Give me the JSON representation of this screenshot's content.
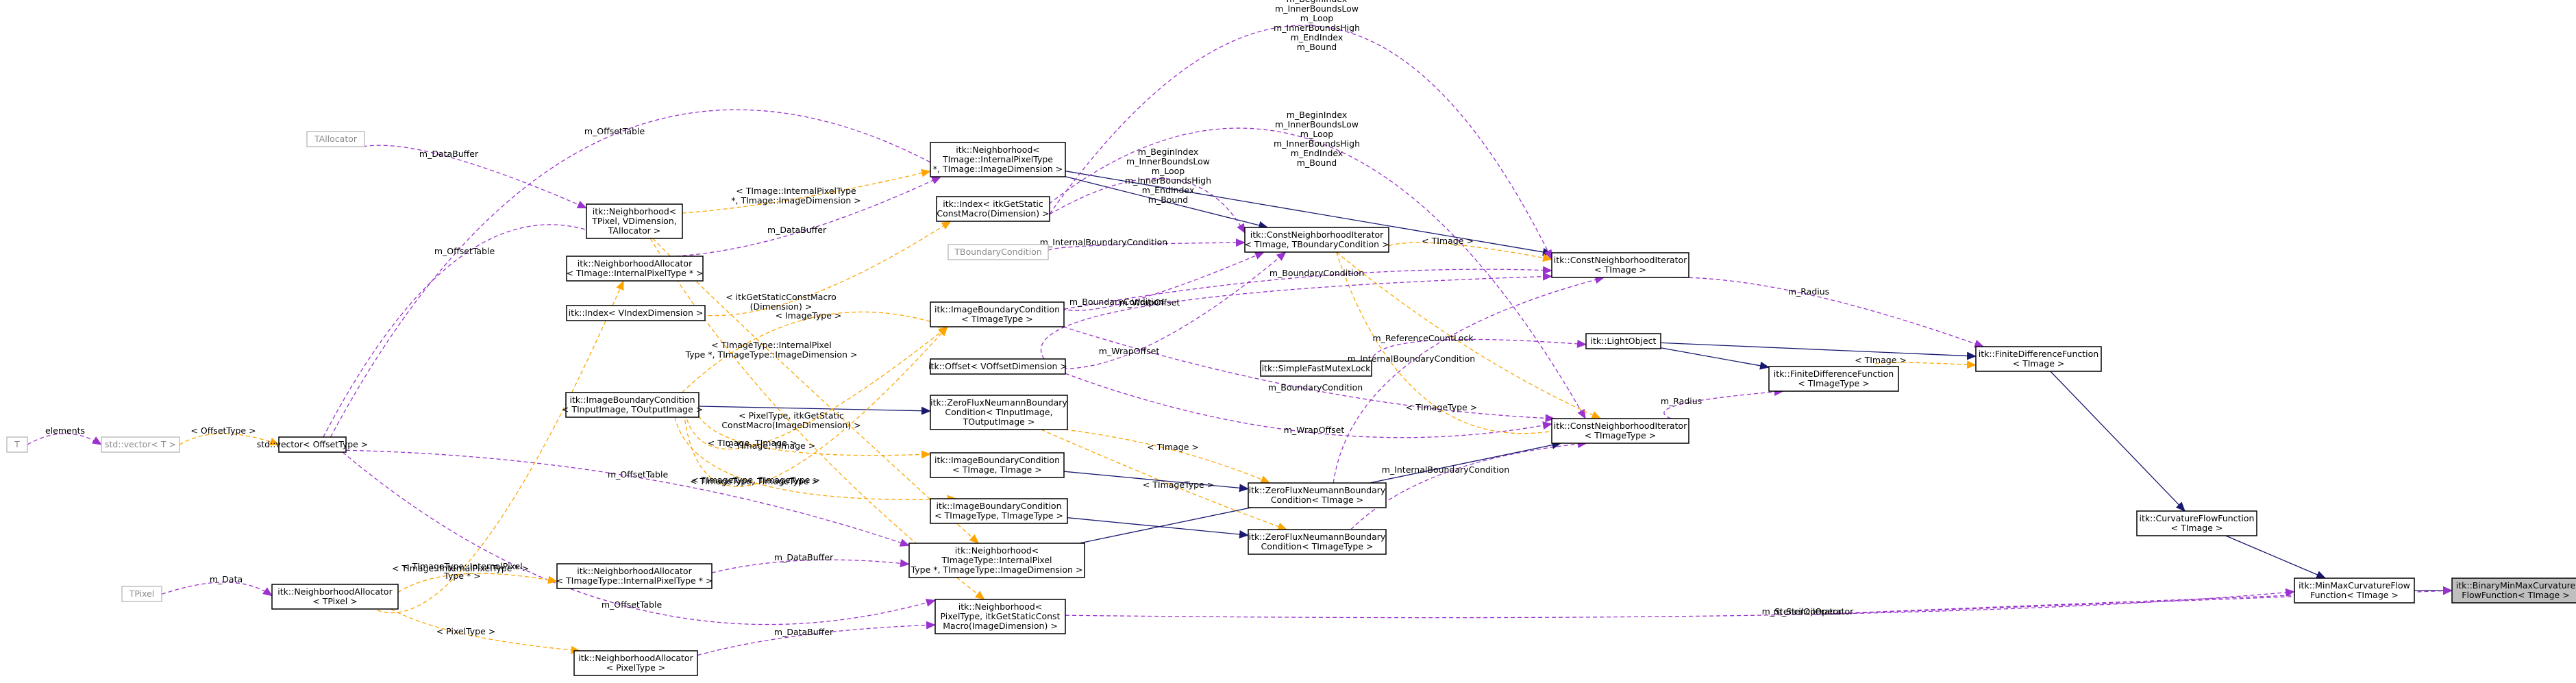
{
  "nodes": [
    {
      "id": "root",
      "lines": [
        "itk::BinaryMinMaxCurvature",
        "FlowFunction< TImage >"
      ],
      "style": "root"
    },
    {
      "id": "minmax",
      "lines": [
        "itk::MinMaxCurvatureFlow",
        "Function< TImage >"
      ],
      "style": "normal"
    },
    {
      "id": "curv",
      "lines": [
        "itk::CurvatureFlowFunction",
        "< TImage >"
      ],
      "style": "normal"
    },
    {
      "id": "fdf_t",
      "lines": [
        "itk::FiniteDifferenceFunction",
        "< TImage >"
      ],
      "style": "normal"
    },
    {
      "id": "fdf_tt",
      "lines": [
        "itk::FiniteDifferenceFunction",
        "< TImageType >"
      ],
      "style": "normal"
    },
    {
      "id": "lightobj",
      "lines": [
        "itk::LightObject"
      ],
      "style": "normal"
    },
    {
      "id": "mutex",
      "lines": [
        "itk::SimpleFastMutexLock"
      ],
      "style": "normal"
    },
    {
      "id": "cni_t",
      "lines": [
        "itk::ConstNeighborhoodIterator",
        "< TImage >"
      ],
      "style": "normal"
    },
    {
      "id": "cni_tt",
      "lines": [
        "itk::ConstNeighborhoodIterator",
        "< TImageType >"
      ],
      "style": "normal"
    },
    {
      "id": "cni_tmpl",
      "lines": [
        "itk::ConstNeighborhoodIterator",
        "< TImage, TBoundaryCondition >"
      ],
      "style": "normal"
    },
    {
      "id": "boundcond_gray",
      "lines": [
        "TBoundaryCondition"
      ],
      "style": "gray"
    },
    {
      "id": "index_tmpl",
      "lines": [
        "itk::Index< itkGetStatic",
        "ConstMacro(Dimension) >"
      ],
      "style": "normal"
    },
    {
      "id": "nbr_internal",
      "lines": [
        "itk::Neighborhood<",
        "TImage::InternalPixelType",
        "*, TImage::ImageDimension >"
      ],
      "style": "normal"
    },
    {
      "id": "nbr_tmpl",
      "lines": [
        "itk::Neighborhood<",
        "TPixel, VDimension,",
        "TAllocator >"
      ],
      "style": "normal"
    },
    {
      "id": "tallocator",
      "lines": [
        "TAllocator"
      ],
      "style": "gray"
    },
    {
      "id": "nalloc_internal",
      "lines": [
        "itk::NeighborhoodAllocator",
        "< TImage::InternalPixelType * >"
      ],
      "style": "normal"
    },
    {
      "id": "index_v",
      "lines": [
        "itk::Index< VIndexDimension >"
      ],
      "style": "normal"
    },
    {
      "id": "ibc_timage",
      "lines": [
        "itk::ImageBoundaryCondition",
        "< TImageType >"
      ],
      "style": "normal"
    },
    {
      "id": "ibc_tmpl",
      "lines": [
        "itk::ImageBoundaryCondition",
        "< TInputImage, TOutputImage >"
      ],
      "style": "normal"
    },
    {
      "id": "offset",
      "lines": [
        "itk::Offset< VOffsetDimension >"
      ],
      "style": "normal"
    },
    {
      "id": "zfn_tmpl",
      "lines": [
        "itk::ZeroFluxNeumannBoundary",
        "Condition< TInputImage,",
        "TOutputImage >"
      ],
      "style": "normal"
    },
    {
      "id": "ibc_t_t",
      "lines": [
        "itk::ImageBoundaryCondition",
        "< TImage, TImage >"
      ],
      "style": "normal"
    },
    {
      "id": "ibc_tt_tt",
      "lines": [
        "itk::ImageBoundaryCondition",
        "< TImageType, TImageType >"
      ],
      "style": "normal"
    },
    {
      "id": "zfn_t",
      "lines": [
        "itk::ZeroFluxNeumannBoundary",
        "Condition< TImage >"
      ],
      "style": "normal"
    },
    {
      "id": "zfn_tt",
      "lines": [
        "itk::ZeroFluxNeumannBoundary",
        "Condition< TImageType >"
      ],
      "style": "normal"
    },
    {
      "id": "nbr_tt",
      "lines": [
        "itk::Neighborhood<",
        "TImageType::InternalPixel",
        "Type *, TImageType::ImageDimension >"
      ],
      "style": "normal"
    },
    {
      "id": "nbr_pixel",
      "lines": [
        "itk::Neighborhood<",
        "PixelType, itkGetStaticConst",
        "Macro(ImageDimension) >"
      ],
      "style": "normal"
    },
    {
      "id": "nalloc_tt",
      "lines": [
        "itk::NeighborhoodAllocator",
        "< TImageType::InternalPixelType * >"
      ],
      "style": "normal"
    },
    {
      "id": "nalloc_pixel",
      "lines": [
        "itk::NeighborhoodAllocator",
        "< PixelType >"
      ],
      "style": "normal"
    },
    {
      "id": "nalloc_tpixel",
      "lines": [
        "itk::NeighborhoodAllocator",
        "< TPixel >"
      ],
      "style": "normal"
    },
    {
      "id": "tpixel",
      "lines": [
        "TPixel"
      ],
      "style": "gray"
    },
    {
      "id": "stdvec_offset",
      "lines": [
        "std::vector< OffsetType >"
      ],
      "style": "normal"
    },
    {
      "id": "stdvec_t",
      "lines": [
        "std::vector< T >"
      ],
      "style": "gray"
    },
    {
      "id": "t_gray",
      "lines": [
        "T"
      ],
      "style": "gray"
    }
  ],
  "edges": [
    {
      "from": "minmax",
      "to": "root",
      "kind": "inherit",
      "label": ""
    },
    {
      "from": "minmax",
      "to": "root",
      "kind": "usage",
      "label": "m_StencilOperator"
    },
    {
      "from": "curv",
      "to": "minmax",
      "kind": "inherit",
      "label": ""
    },
    {
      "from": "fdf_t",
      "to": "curv",
      "kind": "inherit",
      "label": ""
    },
    {
      "from": "lightobj",
      "to": "fdf_t",
      "kind": "inherit",
      "label": ""
    },
    {
      "from": "fdf_tt",
      "to": "fdf_t",
      "kind": "template",
      "label": "< TImage >"
    },
    {
      "from": "lightobj",
      "to": "fdf_tt",
      "kind": "inherit",
      "label": ""
    },
    {
      "from": "cni_t",
      "to": "fdf_t",
      "kind": "usage",
      "label": "m_Radius"
    },
    {
      "from": "cni_tt",
      "to": "fdf_tt",
      "kind": "usage",
      "label": "m_Radius"
    },
    {
      "from": "mutex",
      "to": "lightobj",
      "kind": "usage",
      "label": "m_ReferenceCountLock"
    },
    {
      "from": "nbr_internal",
      "to": "cni_t",
      "kind": "inherit",
      "label": ""
    },
    {
      "from": "nbr_internal",
      "to": "cni_tmpl",
      "kind": "inherit",
      "label": ""
    },
    {
      "from": "cni_tmpl",
      "to": "cni_t",
      "kind": "template",
      "label": "< TImage >"
    },
    {
      "from": "cni_tmpl",
      "to": "cni_tt",
      "kind": "template",
      "label": "< TImageType >"
    },
    {
      "from": "boundcond_gray",
      "to": "cni_tmpl",
      "kind": "usage",
      "label": "m_InternalBoundaryCondition"
    },
    {
      "from": "index_tmpl",
      "to": "cni_t",
      "kind": "usage",
      "label": "m_BeginIndex\nm_InnerBoundsLow\nm_Loop\nm_InnerBoundsHigh\nm_EndIndex\nm_Bound"
    },
    {
      "from": "index_tmpl",
      "to": "cni_tt",
      "kind": "usage",
      "label": "m_BeginIndex\nm_InnerBoundsLow\nm_Loop\nm_InnerBoundsHigh\nm_EndIndex\nm_Bound"
    },
    {
      "from": "index_tmpl",
      "to": "cni_tmpl",
      "kind": "usage",
      "label": "m_BeginIndex\nm_InnerBoundsLow\nm_Loop\nm_InnerBoundsHigh\nm_EndIndex\nm_Bound"
    },
    {
      "from": "index_v",
      "to": "index_tmpl",
      "kind": "template",
      "label": "< itkGetStaticConstMacro\n(Dimension) >"
    },
    {
      "from": "nbr_tmpl",
      "to": "nbr_internal",
      "kind": "template",
      "label": "< TImage::InternalPixelType\n*, TImage::ImageDimension >"
    },
    {
      "from": "tallocator",
      "to": "nbr_tmpl",
      "kind": "usage",
      "label": "m_DataBuffer"
    },
    {
      "from": "nalloc_internal",
      "to": "nbr_internal",
      "kind": "usage",
      "label": "m_DataBuffer"
    },
    {
      "from": "stdvec_offset",
      "to": "nbr_internal",
      "kind": "usage",
      "label": "m_OffsetTable"
    },
    {
      "from": "stdvec_offset",
      "to": "nbr_tmpl",
      "kind": "usage",
      "label": "m_OffsetTable"
    },
    {
      "from": "ibc_timage",
      "to": "cni_t",
      "kind": "usage",
      "label": "m_BoundaryCondition"
    },
    {
      "from": "ibc_timage",
      "to": "cni_tmpl",
      "kind": "usage",
      "label": "m_BoundaryCondition"
    },
    {
      "from": "ibc_timage",
      "to": "cni_tt",
      "kind": "usage",
      "label": "m_BoundaryCondition"
    },
    {
      "from": "ibc_tmpl",
      "to": "ibc_timage",
      "kind": "template",
      "label": "< ImageType >"
    },
    {
      "from": "offset",
      "to": "cni_t",
      "kind": "usage",
      "label": "m_WrapOffset"
    },
    {
      "from": "offset",
      "to": "cni_tmpl",
      "kind": "usage",
      "label": "m_WrapOffset"
    },
    {
      "from": "offset",
      "to": "cni_tt",
      "kind": "usage",
      "label": "m_WrapOffset"
    },
    {
      "from": "ibc_tmpl",
      "to": "zfn_tmpl",
      "kind": "inherit",
      "label": ""
    },
    {
      "from": "zfn_tmpl",
      "to": "zfn_t",
      "kind": "template",
      "label": "< TImage >"
    },
    {
      "from": "zfn_tmpl",
      "to": "zfn_tt",
      "kind": "template",
      "label": "< TImageType >"
    },
    {
      "from": "ibc_t_t",
      "to": "zfn_t",
      "kind": "inherit",
      "label": ""
    },
    {
      "from": "ibc_tt_tt",
      "to": "zfn_tt",
      "kind": "inherit",
      "label": ""
    },
    {
      "from": "ibc_tmpl",
      "to": "ibc_t_t",
      "kind": "template",
      "label": "< TImage, TImage >"
    },
    {
      "from": "ibc_tmpl",
      "to": "ibc_tt_tt",
      "kind": "template",
      "label": "< TImageType, TImageType >"
    },
    {
      "from": "zfn_t",
      "to": "cni_t",
      "kind": "usage",
      "label": "m_InternalBoundaryCondition"
    },
    {
      "from": "zfn_tt",
      "to": "cni_tt",
      "kind": "usage",
      "label": "m_InternalBoundaryCondition"
    },
    {
      "from": "cni_tmpl",
      "to": "cni_tt",
      "kind": "template",
      "label": "< TImageType >"
    },
    {
      "from": "nbr_tt",
      "to": "cni_tt",
      "kind": "inherit",
      "label": ""
    },
    {
      "from": "nbr_tmpl",
      "to": "nbr_tt",
      "kind": "template",
      "label": "< TImageType::InternalPixel\nType *, TImageType::ImageDimension >"
    },
    {
      "from": "nbr_tmpl",
      "to": "nbr_pixel",
      "kind": "template",
      "label": "< PixelType, itkGetStatic\nConstMacro(ImageDimension) >"
    },
    {
      "from": "nalloc_tt",
      "to": "nbr_tt",
      "kind": "usage",
      "label": "m_DataBuffer"
    },
    {
      "from": "nalloc_pixel",
      "to": "nbr_pixel",
      "kind": "usage",
      "label": "m_DataBuffer"
    },
    {
      "from": "nbr_pixel",
      "to": "minmax",
      "kind": "usage",
      "label": "m_StencilOperator"
    },
    {
      "from": "stdvec_offset",
      "to": "nbr_tt",
      "kind": "usage",
      "label": "m_OffsetTable"
    },
    {
      "from": "stdvec_offset",
      "to": "nbr_pixel",
      "kind": "usage",
      "label": "m_OffsetTable"
    },
    {
      "from": "nalloc_tpixel",
      "to": "nalloc_internal",
      "kind": "template",
      "label": "< TImage::InternalPixelType * >"
    },
    {
      "from": "nalloc_tpixel",
      "to": "nalloc_tt",
      "kind": "template",
      "label": "< TImageType::InternalPixel\nType * >"
    },
    {
      "from": "nalloc_tpixel",
      "to": "nalloc_pixel",
      "kind": "template",
      "label": "< PixelType >"
    },
    {
      "from": "tpixel",
      "to": "nalloc_tpixel",
      "kind": "usage",
      "label": "m_Data"
    },
    {
      "from": "stdvec_t",
      "to": "stdvec_offset",
      "kind": "template",
      "label": "< OffsetType >"
    },
    {
      "from": "t_gray",
      "to": "stdvec_t",
      "kind": "usage",
      "label": "elements"
    },
    {
      "from": "ibc_tmpl",
      "to": "ibc_timage",
      "kind": "template",
      "label": "< TImage, TImage >"
    },
    {
      "from": "ibc_tmpl",
      "to": "ibc_timage",
      "kind": "template",
      "label": "< TImageType, TImageType >"
    }
  ],
  "colors": {
    "inherit": "#191970",
    "usage": "#9a32cd",
    "template": "#ffa500",
    "root_fill": "#bfbfbf"
  }
}
